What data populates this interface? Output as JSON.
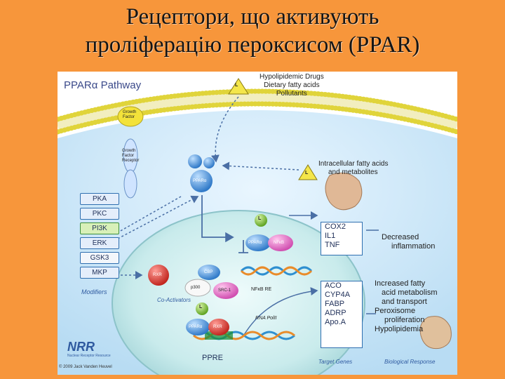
{
  "slide": {
    "title_line1": "Рецептори, що активують",
    "title_line2": "проліферацію пероксисом (PPAR)"
  },
  "diagram": {
    "pathway_title": "PPARα Pathway",
    "drugs": [
      "Hypolipidemic Drugs",
      "Dietary fatty acids",
      "Pollutants"
    ],
    "intracellular": [
      "Intracellular fatty acids",
      "and metabolites"
    ],
    "ligand_symbol": "L",
    "growth_factor": [
      "Growth",
      "Factor"
    ],
    "gf_receptor": [
      "Growth",
      "Factor",
      "Receptor"
    ],
    "modifiers": [
      "PKA",
      "PKC",
      "PI3K",
      "ERK",
      "GSK3",
      "MKP"
    ],
    "modifiers_label": "Modifiers",
    "ppar_alpha": "PPARα",
    "ppar_nfkb": [
      "PPARα",
      "NFκB"
    ],
    "rxr": "RXR",
    "cbp": "CBP",
    "p300": "p300",
    "src1": "SRC-1",
    "coactivators_label": "Co-Activators",
    "nfkb_re": "NFκB RE",
    "rna_pol": "RNA PolII",
    "ppre": "PPRE",
    "ppar_rxr": [
      "PPARα",
      "RXR"
    ],
    "genes_inflammation": [
      "COX2",
      "IL1",
      "TNF"
    ],
    "genes_metabolism": [
      "ACO",
      "CYP4A",
      "FABP",
      "ADRP",
      "Apo.A"
    ],
    "response_decreased": [
      "Decreased",
      "inflammation"
    ],
    "response_increased": [
      "Increased fatty",
      "acid metabolism",
      "and transport",
      "Peroxisome",
      "proliferation",
      "Hypolipidemia"
    ],
    "target_genes_label": "Target Genes",
    "bio_response_label": "Biological Response",
    "logo": "NRR",
    "logo_sub": "Nuclear Receptor Resource",
    "copyright": "© 2009 Jack Vanden Heuvel",
    "colors": {
      "background": "#F7963B",
      "membrane": "#E8E36A",
      "nucleus": "#CFEFF0",
      "ppar_blue": "#4C9BE0",
      "rxr_red": "#E2352E",
      "ligand_green": "#8CCB3A",
      "ppre_green": "#1E8F3A"
    }
  }
}
